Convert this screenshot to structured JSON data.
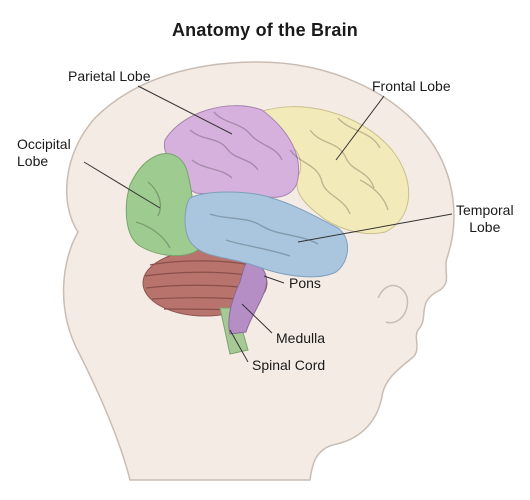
{
  "title": "Anatomy of the Brain",
  "labels": {
    "parietal": "Parietal Lobe",
    "frontal": "Frontal Lobe",
    "occipital": [
      "Occipital",
      "Lobe"
    ],
    "temporal": [
      "Temporal",
      "Lobe"
    ],
    "pons": "Pons",
    "medulla": "Medulla",
    "spinal_cord": "Spinal Cord"
  },
  "colors": {
    "skin": "#f4ebe4",
    "skin_outline": "#c9bdb3",
    "frontal": "#f3eab9",
    "parietal": "#d6b1dd",
    "occipital": "#9ecb90",
    "temporal": "#a9c6de",
    "cerebellum": "#b9736d",
    "brainstem": "#b58ec5",
    "spinal_cord": "#a7c996",
    "leader_line": "#333333"
  }
}
